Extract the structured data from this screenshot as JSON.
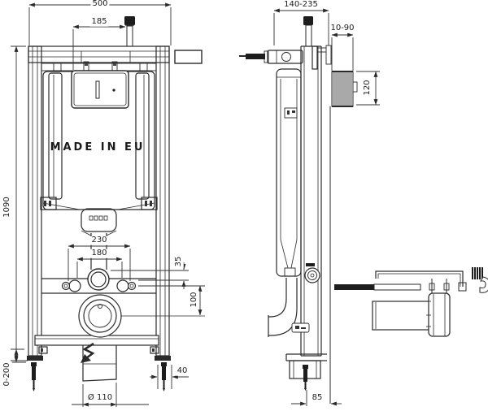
{
  "window": {
    "background": "#ffffff",
    "ink": "#1f1f1f"
  },
  "front_view": {
    "label": "MADE IN EU",
    "dims": {
      "width": "500",
      "inner_width": "185",
      "height": "1090",
      "outer_spacing": "230",
      "inner_spacing": "180",
      "flush_offset": "35",
      "drain_offset": "100",
      "leg_range": "0-200",
      "anchor_width": "40",
      "drain_diameter": "Ø 110"
    }
  },
  "side_view": {
    "dims": {
      "depth_range": "140-235",
      "wall_inset": "10-90",
      "opening_height": "120",
      "outlet_distance": "85"
    }
  }
}
